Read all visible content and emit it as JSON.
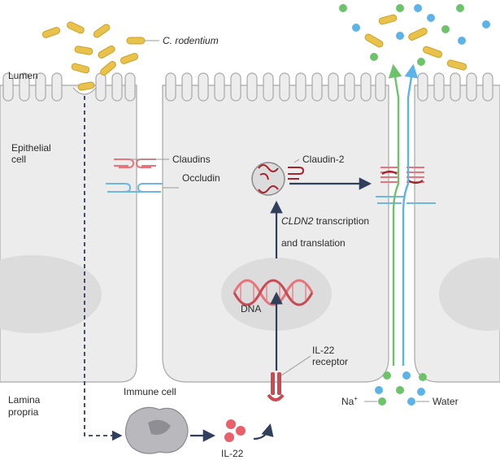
{
  "labels": {
    "bacteria": "C. rodentium",
    "lumen": "Lumen",
    "epithelial_line1": "Epithelial",
    "epithelial_line2": "cell",
    "claudins": "Claudins",
    "occludin": "Occludin",
    "claudin2": "Claudin-2",
    "cldn2_gene": "CLDN2",
    "transcription_rest": " transcription",
    "and_translation": "and translation",
    "dna": "DNA",
    "il22_receptor_line1": "IL-22",
    "il22_receptor_line2": "receptor",
    "lamina_line1": "Lamina",
    "lamina_line2": "propria",
    "immune_cell": "Immune cell",
    "il22": "IL-22",
    "na_base": "Na",
    "na_sup": "+",
    "water": "Water"
  },
  "colors": {
    "bacteria": "#e8c24a",
    "bacteria_edge": "#c9a22c",
    "cell_fill": "#ececec",
    "cell_edge": "#a8a8a8",
    "nucleus": "#dcdcdc",
    "claudin": "#e8737a",
    "claudin_dark": "#a8242c",
    "occludin": "#6fb7e0",
    "arrow": "#2f3f5c",
    "na": "#6cc36a",
    "water": "#5cb3e8",
    "il22": "#e8606a",
    "immune": "#b9b9bd"
  },
  "icons": {
    "bacterium": "rod-bacterium-icon",
    "immune_cell": "immune-cell-icon",
    "vesicle": "vesicle-icon",
    "receptor": "il22-receptor-icon",
    "dna": "dna-helix-icon"
  }
}
